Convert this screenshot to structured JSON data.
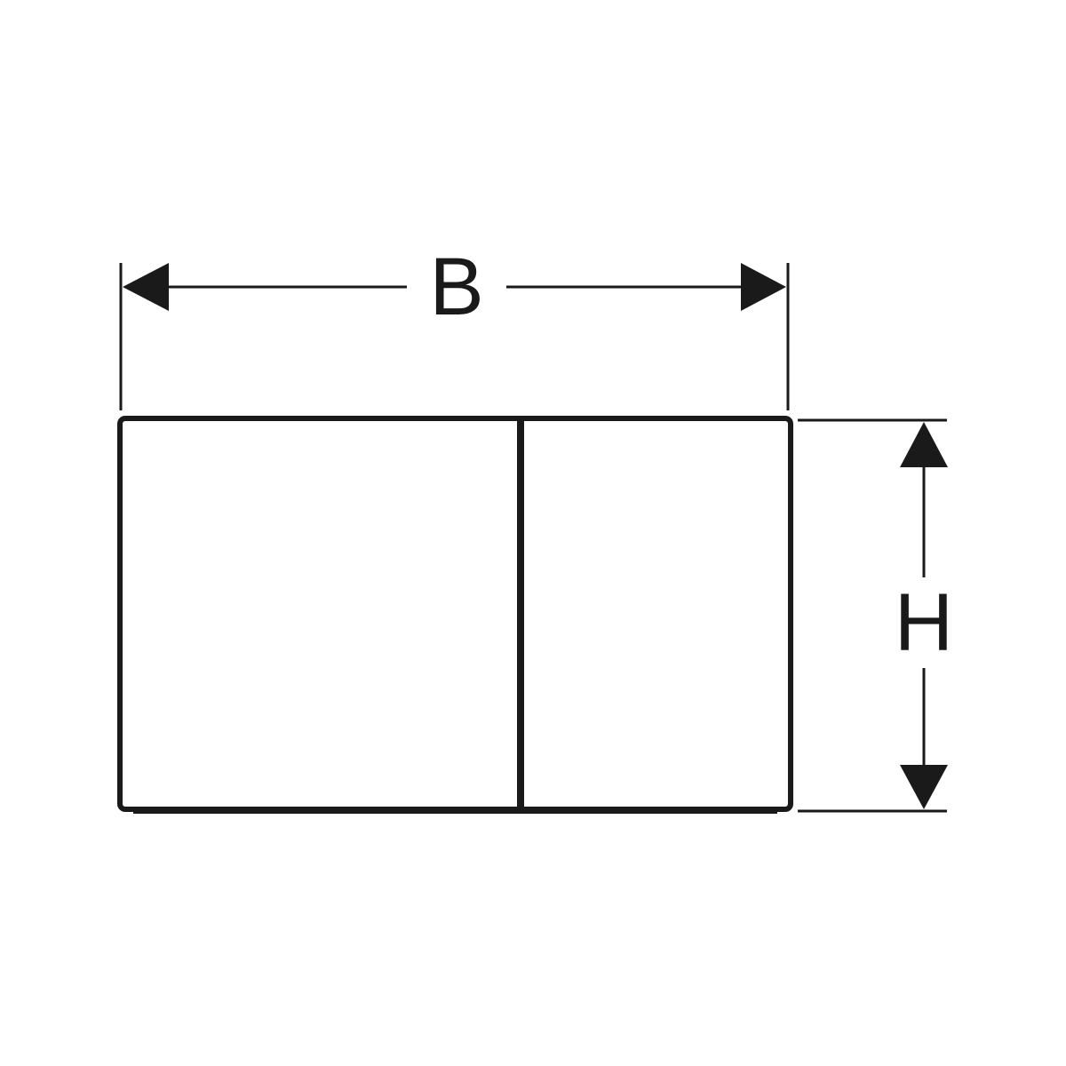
{
  "dimensions": {
    "width_label": "B",
    "height_label": "H"
  },
  "colors": {
    "line": "#1a1a1a",
    "background": "#ffffff"
  },
  "parts": {
    "button_count": 2,
    "arrow_icon": "dimension-arrow-icon"
  }
}
